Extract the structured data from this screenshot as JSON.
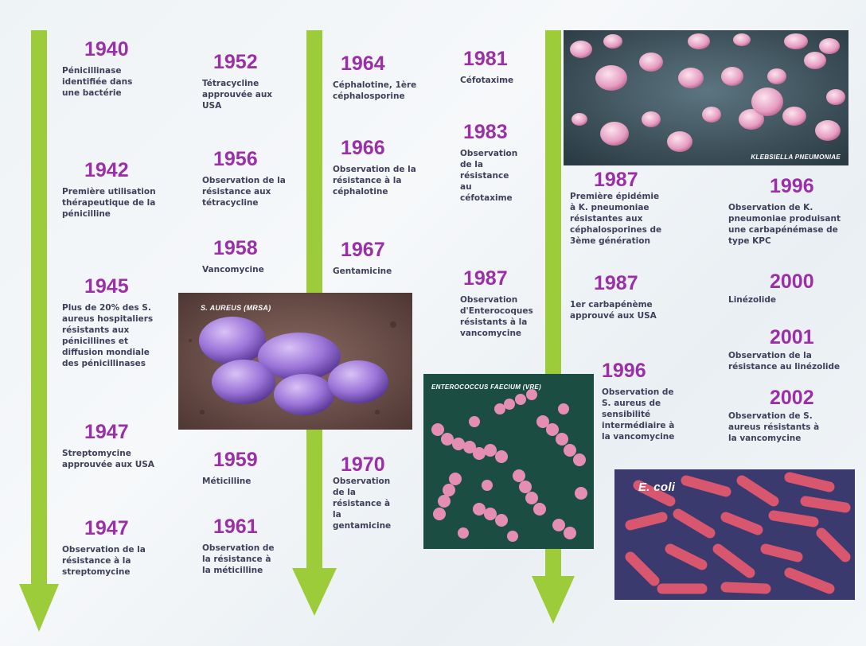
{
  "colors": {
    "arrow": "#9dcc3a",
    "year": "#9a2fa8",
    "text": "#3f3f5a"
  },
  "events": [
    {
      "year": "1940",
      "text": "Pénicillinase\nidentifiée dans\nune bactérie"
    },
    {
      "year": "1942",
      "text": "Première utilisation\nthérapeutique de la\npénicilline"
    },
    {
      "year": "1945",
      "text": "Plus de 20% des S.\naureus hospitaliers\nrésistants aux\npénicillines et\ndiffusion mondiale\ndes pénicillinases"
    },
    {
      "year": "1947",
      "text": "Streptomycine\napprouvée aux USA"
    },
    {
      "year": "1947",
      "text": "Observation de la\nrésistance à la\nstreptomycine"
    },
    {
      "year": "1952",
      "text": "Tétracycline\napprouvée aux\nUSA"
    },
    {
      "year": "1956",
      "text": "Observation de la\nrésistance aux\ntétracycline"
    },
    {
      "year": "1958",
      "text": "Vancomycine"
    },
    {
      "year": "1959",
      "text": "Méticilline"
    },
    {
      "year": "1961",
      "text": "Observation de\nla résistance à\nla méticilline"
    },
    {
      "year": "1964",
      "text": "Céphalotine, 1ère\ncéphalosporine"
    },
    {
      "year": "1966",
      "text": "Observation de la\nrésistance à la\ncéphalotine"
    },
    {
      "year": "1967",
      "text": "Gentamicine"
    },
    {
      "year": "1970",
      "text": "Observation\nde la\nrésistance à\nla\ngentamicine"
    },
    {
      "year": "1981",
      "text": "Céfotaxime"
    },
    {
      "year": "1983",
      "text": "Observation\nde la\nrésistance\nau\ncéfotaxime"
    },
    {
      "year": "1987",
      "text": "Observation\nd'Enterocoques\nrésistants à la\nvancomycine"
    },
    {
      "year": "1987",
      "text": "Première épidémie\nà K. pneumoniae\nrésistantes aux\ncéphalosporines de\n3ème génération"
    },
    {
      "year": "1987",
      "text": "1er carbapénème\napprouvé aux USA"
    },
    {
      "year": "1996",
      "text": "Observation de\nS. aureus de\nsensibilité\nintermédiaire à\nla vancomycine"
    },
    {
      "year": "1996",
      "text": "Observation de K.\npneumoniae produisant\nune carbapénémase de\ntype KPC"
    },
    {
      "year": "2000",
      "text": "Linézolide"
    },
    {
      "year": "2001",
      "text": "Observation de la\nrésistance au linézolide"
    },
    {
      "year": "2002",
      "text": "Observation de S.\naureus résistants à\nla vancomycine"
    }
  ],
  "images": {
    "klebsiella": "KLEBSIELLA PNEUMONIAE",
    "saureus": "S. AUREUS (MRSA)",
    "enterococcus": "ENTEROCOCCUS FAECIUM (VRE)",
    "ecoli": "E. coli"
  }
}
